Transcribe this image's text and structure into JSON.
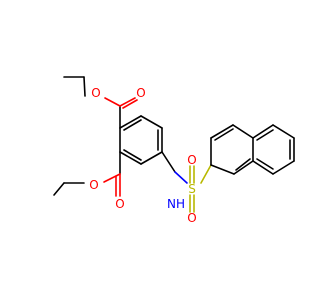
{
  "molecule": {
    "atoms": {
      "o_ester_top_single": "O",
      "o_ester_top_carbonyl": "O",
      "o_ester_bottom_single": "O",
      "o_ester_bottom_carbonyl": "O",
      "sulfur": "S",
      "o_sulfonyl_top": "O",
      "o_sulfonyl_bottom": "O",
      "nh_group": "NH"
    },
    "colors": {
      "bond": "#000000",
      "oxygen": "#ff0000",
      "sulfur": "#b8b800",
      "nitrogen": "#0000ff"
    }
  }
}
